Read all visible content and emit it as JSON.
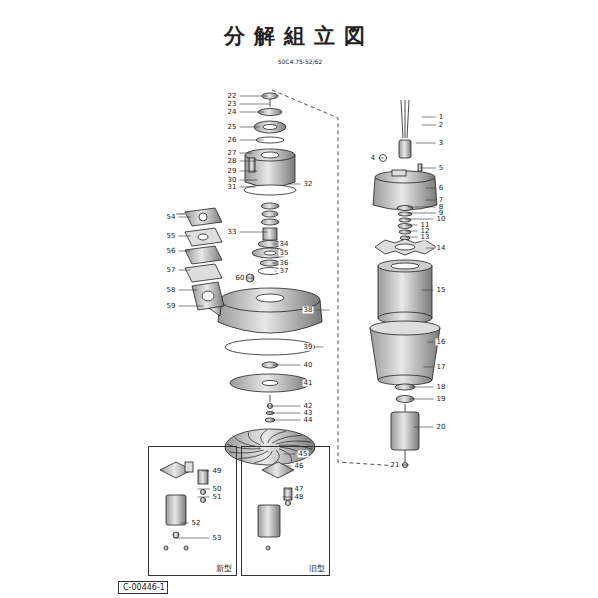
{
  "diagram": {
    "title": "分解組立図",
    "nodes": [
      {
        "text": [
          "新型"
        ]
      },
      {
        "text": [
          "旧型"
        ]
      },
      {
        "text": [
          "C-00446-1"
        ]
      }
    ],
    "labels": [
      "50C4.75-52/62",
      "1",
      "2",
      "3",
      "4",
      "5",
      "6",
      "7",
      "8",
      "9",
      "10",
      "11",
      "12",
      "13",
      "14",
      "15",
      "16",
      "17",
      "18",
      "19",
      "20",
      "21",
      "22",
      "23",
      "24",
      "25",
      "26",
      "27",
      "28",
      "29",
      "30",
      "31",
      "32",
      "33",
      "34",
      "35",
      "36",
      "37",
      "38",
      "39",
      "40",
      "41",
      "42",
      "43",
      "44",
      "45",
      "49",
      "50",
      "51",
      "52",
      "53",
      "46",
      "47",
      "48",
      "54",
      "55",
      "56",
      "57",
      "58",
      "59",
      "60"
    ]
  }
}
